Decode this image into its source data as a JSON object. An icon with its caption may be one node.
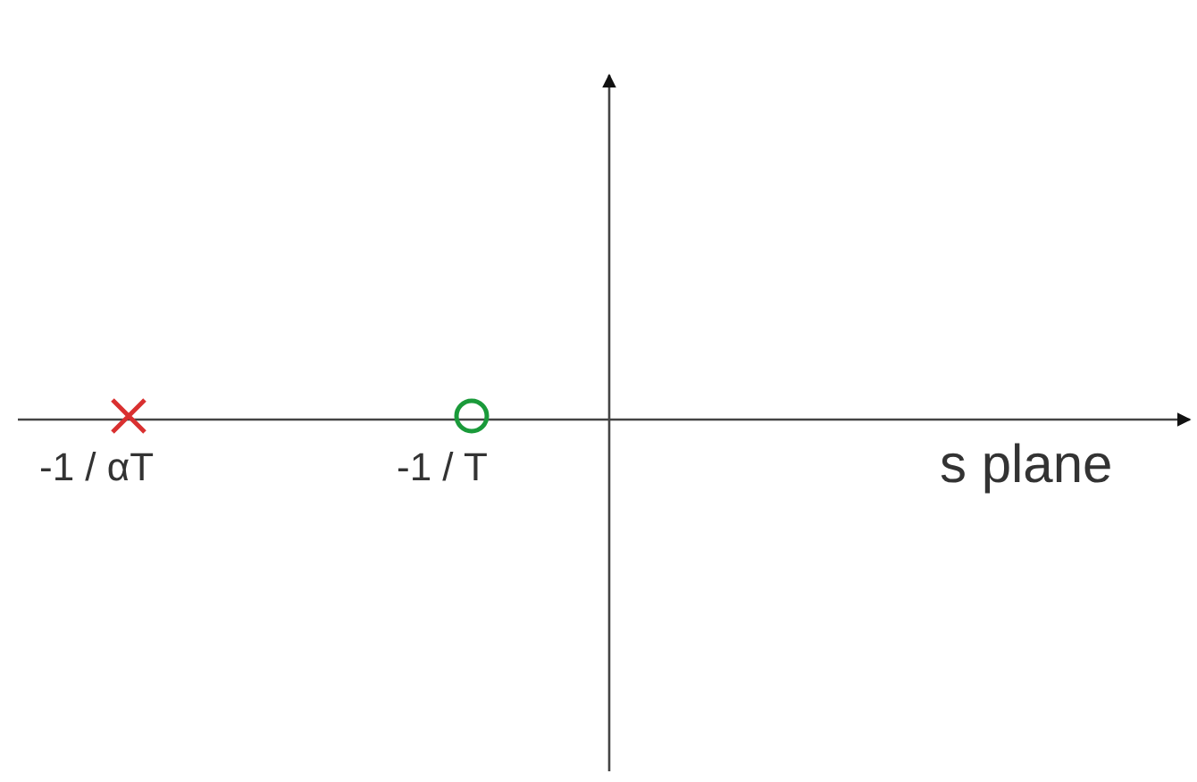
{
  "diagram": {
    "labels": [
      "-1 / αT",
      "-1 / T",
      "s plane"
    ]
  }
}
